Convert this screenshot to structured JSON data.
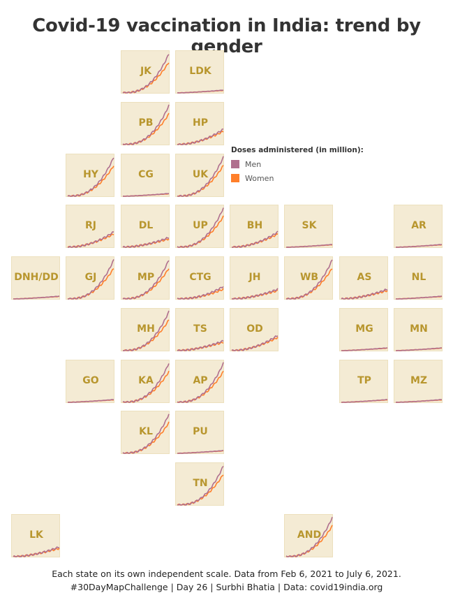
{
  "title": "Covid-19 vaccination in India: trend by gender",
  "legend": {
    "title": "Doses administered (in million):",
    "items": [
      {
        "label": "Men",
        "color": "#b06f8e"
      },
      {
        "label": "Women",
        "color": "#ff7f2a"
      }
    ]
  },
  "footer": {
    "line1": "Each state on its own independent scale. Data from Feb 6, 2021 to July 6, 2021.",
    "line2": "#30DayMapChallenge | Day 26 | Surbhi Bhatia | Data: covid19india.org"
  },
  "colors": {
    "tile_bg": "#f4ebd4",
    "label": "#b8962e",
    "men": "#b06f8e",
    "women": "#ff7f2a"
  },
  "chart_data": {
    "type": "line",
    "x_range": [
      "Feb 6, 2021",
      "July 6, 2021"
    ],
    "note": "Tile grid map of Indian states; each tile shows cumulative doses for men and women on an independent scale",
    "series_names": [
      "Men",
      "Women"
    ],
    "states": [
      {
        "code": "JK",
        "row": 0,
        "col": 2,
        "trend": "steep"
      },
      {
        "code": "LDK",
        "row": 0,
        "col": 3,
        "trend": "flat"
      },
      {
        "code": "PB",
        "row": 1,
        "col": 2,
        "trend": "steep"
      },
      {
        "code": "HP",
        "row": 1,
        "col": 3,
        "trend": "moderate"
      },
      {
        "code": "HY",
        "row": 2,
        "col": 1,
        "trend": "steep"
      },
      {
        "code": "CG",
        "row": 2,
        "col": 2,
        "trend": "flat"
      },
      {
        "code": "UK",
        "row": 2,
        "col": 3,
        "trend": "steep"
      },
      {
        "code": "RJ",
        "row": 3,
        "col": 1,
        "trend": "moderate"
      },
      {
        "code": "DL",
        "row": 3,
        "col": 2,
        "trend": "low"
      },
      {
        "code": "UP",
        "row": 3,
        "col": 3,
        "trend": "steep"
      },
      {
        "code": "BH",
        "row": 3,
        "col": 4,
        "trend": "moderate"
      },
      {
        "code": "SK",
        "row": 3,
        "col": 5,
        "trend": "flat"
      },
      {
        "code": "AR",
        "row": 3,
        "col": 7,
        "trend": "flat"
      },
      {
        "code": "DNH/DD",
        "row": 4,
        "col": 0,
        "trend": "flat"
      },
      {
        "code": "GJ",
        "row": 4,
        "col": 1,
        "trend": "steep"
      },
      {
        "code": "MP",
        "row": 4,
        "col": 2,
        "trend": "steep"
      },
      {
        "code": "CTG",
        "row": 4,
        "col": 3,
        "trend": "lowmid"
      },
      {
        "code": "JH",
        "row": 4,
        "col": 4,
        "trend": "low"
      },
      {
        "code": "WB",
        "row": 4,
        "col": 5,
        "trend": "steep"
      },
      {
        "code": "AS",
        "row": 4,
        "col": 6,
        "trend": "low"
      },
      {
        "code": "NL",
        "row": 4,
        "col": 7,
        "trend": "flat"
      },
      {
        "code": "MH",
        "row": 5,
        "col": 2,
        "trend": "steep"
      },
      {
        "code": "TS",
        "row": 5,
        "col": 3,
        "trend": "low"
      },
      {
        "code": "OD",
        "row": 5,
        "col": 4,
        "trend": "moderate"
      },
      {
        "code": "MG",
        "row": 5,
        "col": 6,
        "trend": "flat"
      },
      {
        "code": "MN",
        "row": 5,
        "col": 7,
        "trend": "flat"
      },
      {
        "code": "GO",
        "row": 6,
        "col": 1,
        "trend": "flat"
      },
      {
        "code": "KA",
        "row": 6,
        "col": 2,
        "trend": "steep"
      },
      {
        "code": "AP",
        "row": 6,
        "col": 3,
        "trend": "steep"
      },
      {
        "code": "TP",
        "row": 6,
        "col": 6,
        "trend": "flat"
      },
      {
        "code": "MZ",
        "row": 6,
        "col": 7,
        "trend": "flat"
      },
      {
        "code": "KL",
        "row": 7,
        "col": 2,
        "trend": "steep"
      },
      {
        "code": "PU",
        "row": 7,
        "col": 3,
        "trend": "flat"
      },
      {
        "code": "TN",
        "row": 8,
        "col": 3,
        "trend": "steep"
      },
      {
        "code": "LK",
        "row": 9,
        "col": 0,
        "trend": "low"
      },
      {
        "code": "AND",
        "row": 9,
        "col": 5,
        "trend": "steep"
      }
    ]
  }
}
